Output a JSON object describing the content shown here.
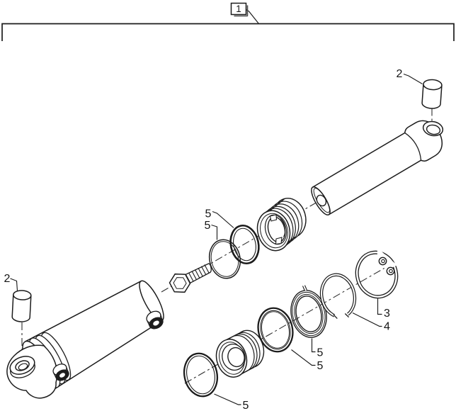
{
  "figure": {
    "type": "exploded-parts-diagram",
    "subject": "hydraulic-cylinder-assembly",
    "colors": {
      "ink": "#1c1c1c",
      "paper": "#ffffff"
    },
    "callouts": {
      "assembly": "1",
      "rod_bushing": "2",
      "barrel_bushing": "2",
      "snap_ring": "3",
      "wear_ring": "4",
      "rod_seal_outer": "5",
      "rod_seal_inner": "5",
      "piston_split_ring": "5",
      "piston_seal": "5",
      "piston_o_ring": "5"
    }
  }
}
